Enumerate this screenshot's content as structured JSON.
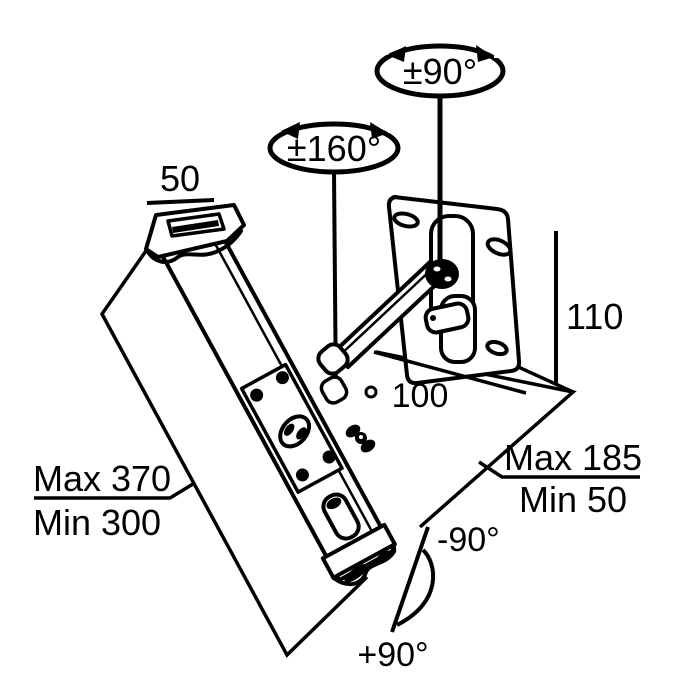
{
  "diagram": {
    "labels": {
      "rotation_wall": "±90°",
      "rotation_elbow": "±160°",
      "clamp_width": "50",
      "plate_height": "110",
      "arm_length": "100",
      "length_max": "Max 370",
      "length_min": "Min 300",
      "extension_max": "Max 185",
      "extension_min": "Min 50",
      "tilt_up": "-90°",
      "tilt_down": "+90°"
    },
    "colors": {
      "line": "#000000",
      "background": "#ffffff"
    }
  }
}
